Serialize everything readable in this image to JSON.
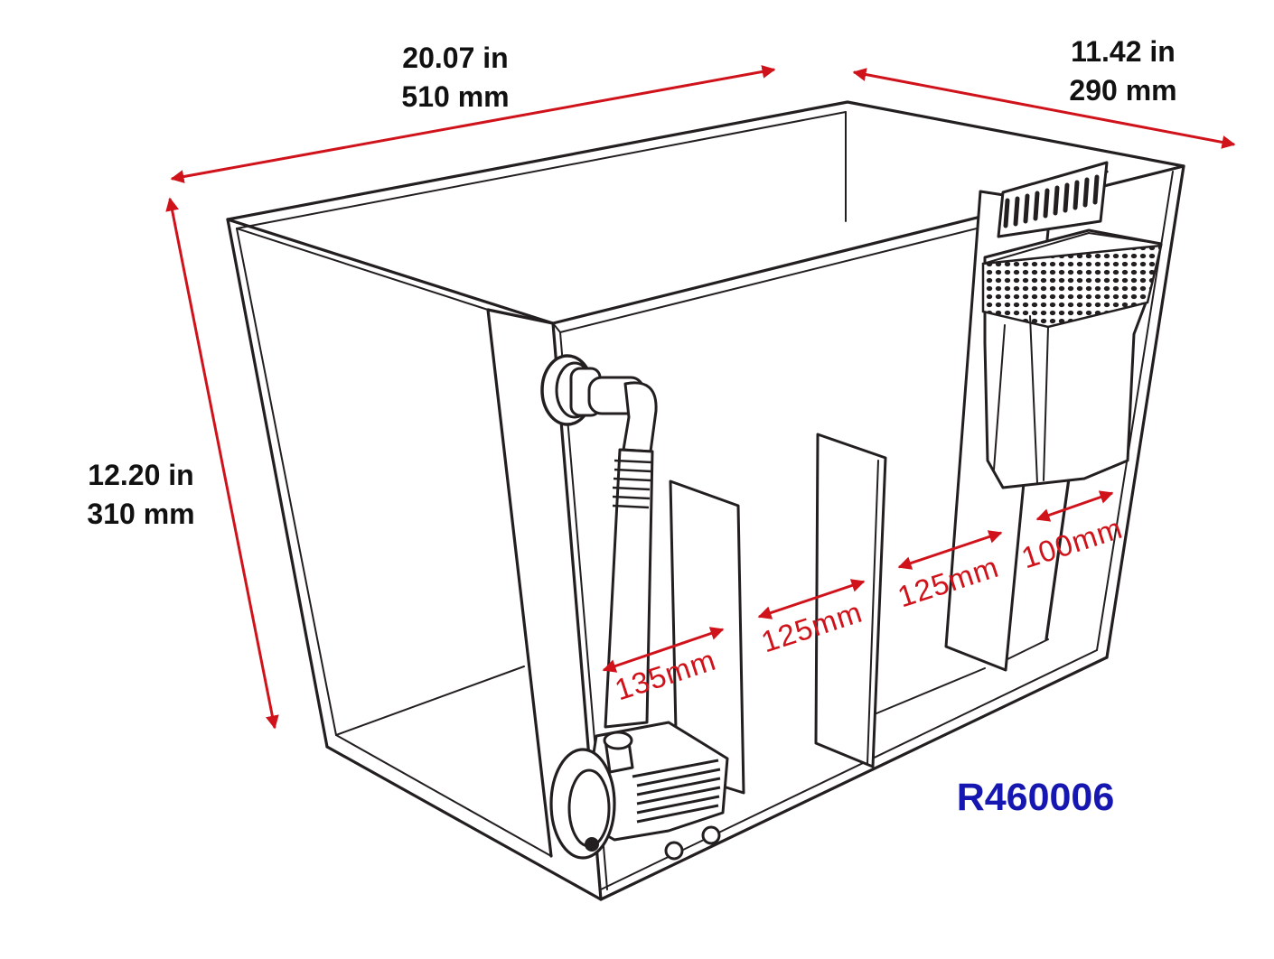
{
  "colors": {
    "outline": "#231f20",
    "dimension_red": "#d0121b",
    "model_blue": "#1616b0",
    "label_black": "#111111"
  },
  "dimensions": {
    "length": {
      "imperial": "20.07 in",
      "metric": "510 mm"
    },
    "width": {
      "imperial": "11.42 in",
      "metric": "290 mm"
    },
    "height": {
      "imperial": "12.20 in",
      "metric": "310 mm"
    }
  },
  "chambers": [
    {
      "label": "135mm"
    },
    {
      "label": "125mm"
    },
    {
      "label": "125mm"
    },
    {
      "label": "100mm"
    }
  ],
  "model_number": "R460006",
  "icons": [
    "return-pump-icon",
    "bulkhead-elbow-icon",
    "filter-sock-icon",
    "overflow-comb-icon"
  ]
}
